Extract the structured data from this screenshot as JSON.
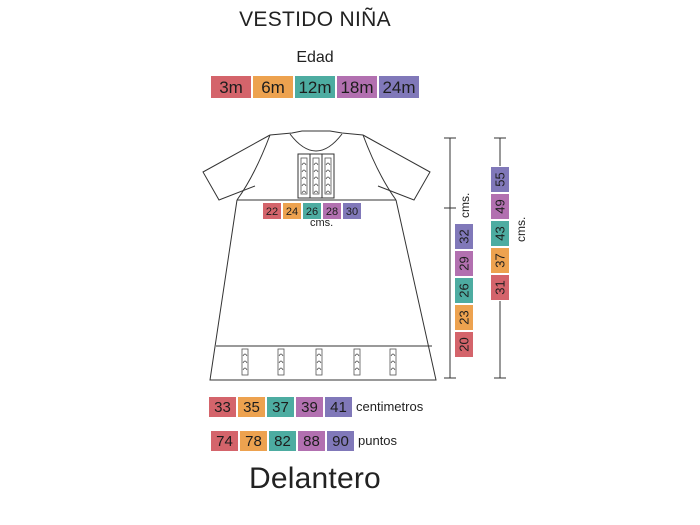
{
  "title": "VESTIDO NIÑA",
  "edad_label": "Edad",
  "colors": {
    "red": "#d4646b",
    "orange": "#eda24f",
    "teal": "#4daca1",
    "magenta": "#b270b0",
    "purple": "#8078b9"
  },
  "ages": [
    "3m",
    "6m",
    "12m",
    "18m",
    "24m"
  ],
  "yoke_widths": [
    "22",
    "24",
    "26",
    "28",
    "30"
  ],
  "yoke_unit": "cms.",
  "skirt_lengths": [
    "20",
    "23",
    "26",
    "29",
    "32"
  ],
  "skirt_unit": "cms.",
  "total_lengths": [
    "31",
    "37",
    "43",
    "49",
    "55"
  ],
  "total_unit": "cms.",
  "centimetros": [
    "33",
    "35",
    "37",
    "39",
    "41"
  ],
  "centimetros_label": "centimetros",
  "puntos": [
    "74",
    "78",
    "82",
    "88",
    "90"
  ],
  "puntos_label": "puntos",
  "bottom_title": "Delantero",
  "garment_icon": "dress-front-schematic"
}
